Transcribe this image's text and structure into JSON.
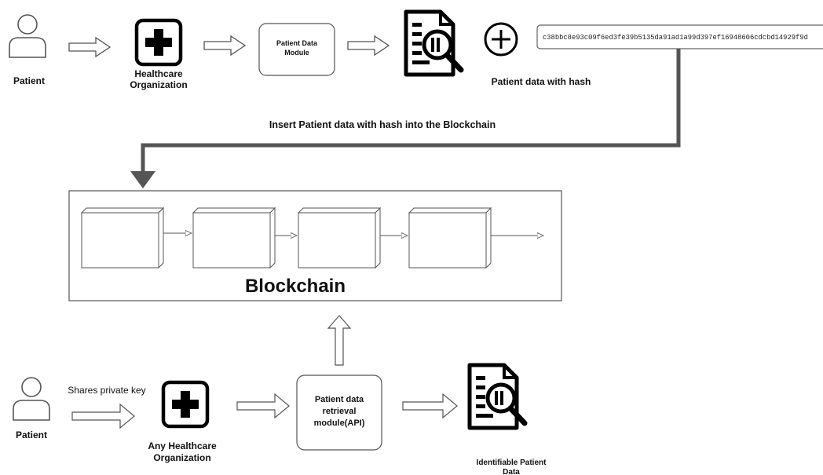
{
  "top": {
    "patient_label": "Patient",
    "org_label_line1": "Healthcare",
    "org_label_line2": "Organization",
    "module_line1": "Patient Data",
    "module_line2": "Module",
    "hash_value": "c38bbc8e93c09f6ed3fe39b5135da91ad1a99d397ef16948606cdcbd14929f9d",
    "data_with_hash_label": "Patient data with hash",
    "insert_caption": "Insert Patient data with hash into the Blockchain"
  },
  "blockchain": {
    "title": "Blockchain",
    "block_count": 4
  },
  "bottom": {
    "patient_label": "Patient",
    "shares_label": "Shares private key",
    "org_label_line1": "Any Healthcare",
    "org_label_line2": "Organization",
    "module_line1": "Patient data",
    "module_line2": "retrieval",
    "module_line3": "module(API)",
    "result_line1": "Identifiable Patient",
    "result_line2": "Data"
  },
  "icons": {
    "person": "person-icon",
    "healthcare": "medical-cross-icon",
    "document_search": "document-search-icon",
    "plus": "plus-circle-icon"
  }
}
